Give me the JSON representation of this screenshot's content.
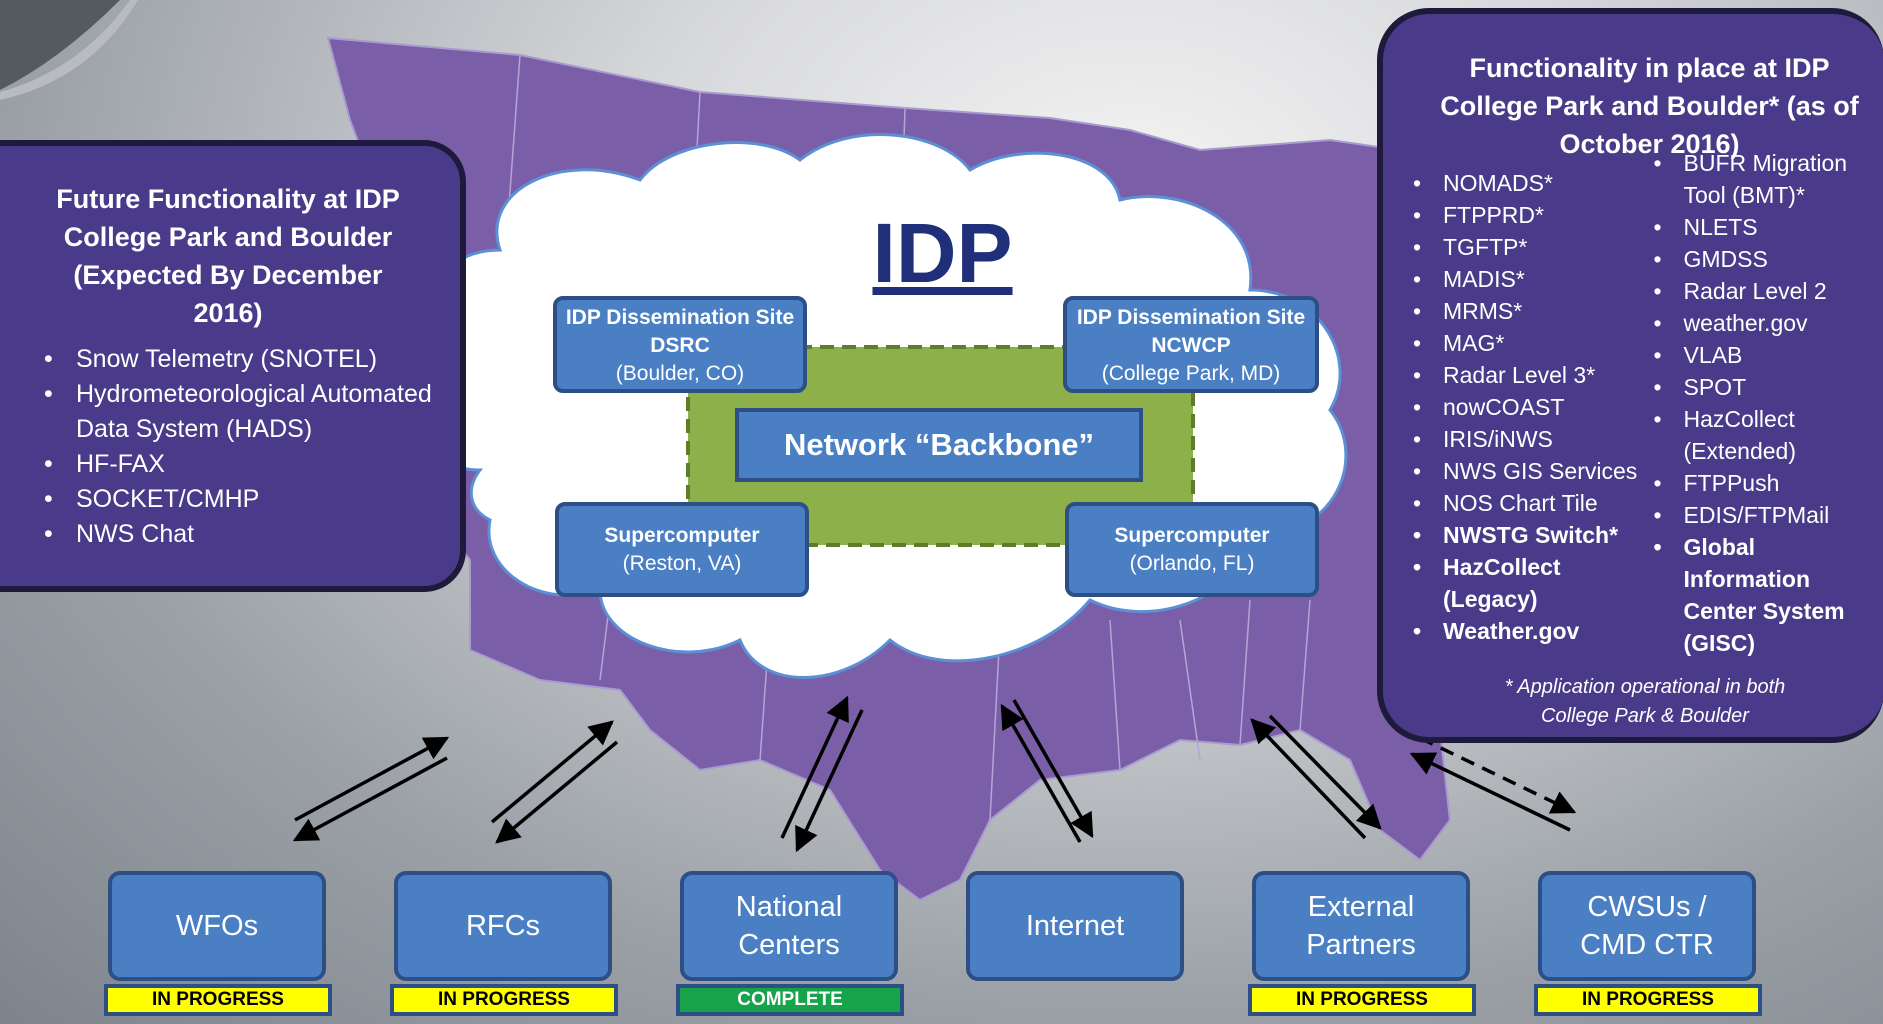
{
  "colors": {
    "panel": "#4a3a8a",
    "map": "#7a5fa8",
    "box": "#4a7fc4",
    "backbone": "#8db04b",
    "in_progress": "#ffff00",
    "complete": "#16a34a"
  },
  "center": {
    "title": "IDP",
    "backbone_label": "Network “Backbone”",
    "sites": [
      {
        "name": "IDP Dissemination Site DSRC",
        "location": "(Boulder, CO)"
      },
      {
        "name": "IDP Dissemination Site NCWCP",
        "location": "(College Park, MD)"
      },
      {
        "name": "Supercomputer",
        "location": "(Reston, VA)"
      },
      {
        "name": "Supercomputer",
        "location": "(Orlando, FL)"
      }
    ]
  },
  "future_panel": {
    "title": "Future Functionality at IDP College Park and Boulder (Expected By December 2016)",
    "items": [
      "Snow Telemetry (SNOTEL)",
      "Hydrometeorological Automated Data System (HADS)",
      "HF-FAX",
      "SOCKET/CMHP",
      "NWS Chat"
    ]
  },
  "current_panel": {
    "title": "Functionality in place at IDP College Park and Boulder* (as of October 2016)",
    "col1": [
      {
        "text": "NOMADS*",
        "bold": false
      },
      {
        "text": "FTPPRD*",
        "bold": false
      },
      {
        "text": "TGFTP*",
        "bold": false
      },
      {
        "text": "MADIS*",
        "bold": false
      },
      {
        "text": "MRMS*",
        "bold": false
      },
      {
        "text": "MAG*",
        "bold": false
      },
      {
        "text": "Radar Level 3*",
        "bold": false
      },
      {
        "text": "nowCOAST",
        "bold": false
      },
      {
        "text": "IRIS/iNWS",
        "bold": false
      },
      {
        "text": "NWS GIS Services",
        "bold": false
      },
      {
        "text": "NOS Chart Tile",
        "bold": false
      },
      {
        "text": "NWSTG Switch*",
        "bold": true
      },
      {
        "text": "HazCollect (Legacy)",
        "bold": true
      },
      {
        "text": "Weather.gov",
        "bold": true
      }
    ],
    "col2": [
      {
        "text": "BUFR Migration Tool (BMT)*",
        "bold": false
      },
      {
        "text": "NLETS",
        "bold": false
      },
      {
        "text": "GMDSS",
        "bold": false
      },
      {
        "text": "Radar Level 2",
        "bold": false
      },
      {
        "text": "weather.gov",
        "bold": false
      },
      {
        "text": "VLAB",
        "bold": false
      },
      {
        "text": "SPOT",
        "bold": false
      },
      {
        "text": "HazCollect (Extended)",
        "bold": false
      },
      {
        "text": "FTPPush",
        "bold": false
      },
      {
        "text": "EDIS/FTPMail",
        "bold": false
      },
      {
        "text": "Global Information Center System (GISC)",
        "bold": true
      }
    ],
    "note": "* Application operational in both College Park & Boulder"
  },
  "destinations": [
    {
      "label": "WFOs",
      "status": "IN PROGRESS",
      "status_type": "in_progress"
    },
    {
      "label": "RFCs",
      "status": "IN PROGRESS",
      "status_type": "in_progress"
    },
    {
      "label": "National Centers",
      "status": "COMPLETE",
      "status_type": "complete"
    },
    {
      "label": "Internet",
      "status": "",
      "status_type": "none"
    },
    {
      "label": "External Partners",
      "status": "IN PROGRESS",
      "status_type": "in_progress"
    },
    {
      "label": "CWSUs / CMD CTR",
      "status": "IN PROGRESS",
      "status_type": "in_progress"
    }
  ]
}
